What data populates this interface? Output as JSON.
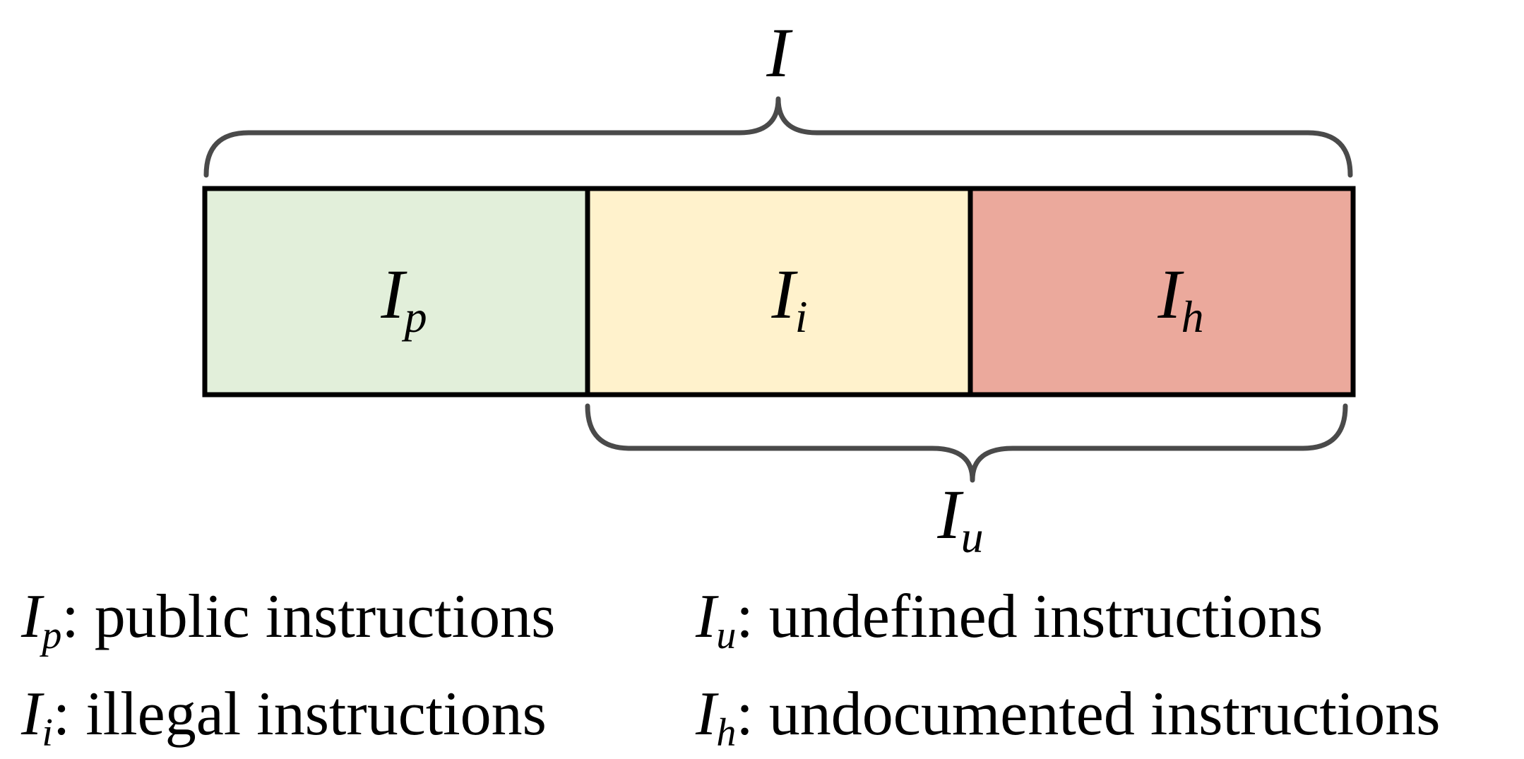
{
  "top_brace": {
    "base": "I",
    "sub": ""
  },
  "bottom_brace": {
    "base": "I",
    "sub": "u"
  },
  "segments": [
    {
      "base": "I",
      "sub": "p",
      "color": "#e2efda"
    },
    {
      "base": "I",
      "sub": "i",
      "color": "#fff2cc"
    },
    {
      "base": "I",
      "sub": "h",
      "color": "#eba99c"
    }
  ],
  "legend": [
    {
      "base": "I",
      "sub": "p",
      "desc": ": public instructions"
    },
    {
      "base": "I",
      "sub": "u",
      "desc": ": undefined instructions"
    },
    {
      "base": "I",
      "sub": "i",
      "desc": ": illegal instructions"
    },
    {
      "base": "I",
      "sub": "h",
      "desc": ": undocumented instructions"
    }
  ],
  "colors": {
    "border": "#000000",
    "brace": "#4a4a4a"
  }
}
